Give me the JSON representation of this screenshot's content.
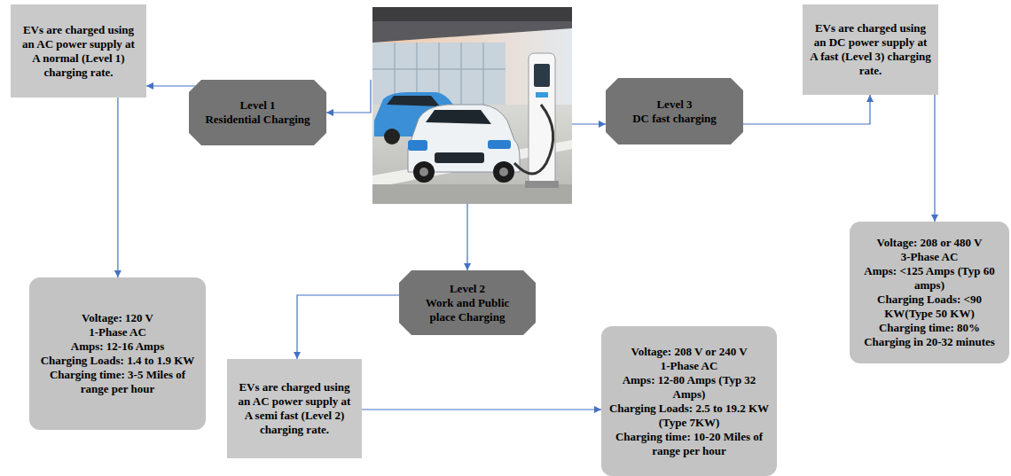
{
  "diagram": {
    "nodes": [
      {
        "text": [
          "EVs are charged using an AC power supply at A normal (Level 1) charging rate."
        ]
      },
      {
        "text": [
          "Level 1",
          "Residential Charging"
        ]
      },
      {
        "text": [
          "Level 3",
          "DC fast charging"
        ]
      },
      {
        "text": [
          "EVs are charged using an DC power supply at A fast (Level 3) charging rate."
        ]
      },
      {
        "text": [
          "Voltage: 120 V",
          "1-Phase AC",
          "Amps: 12-16 Amps",
          "Charging Loads: 1.4 to 1.9 KW",
          "Charging time: 3-5 Miles of range per hour"
        ]
      },
      {
        "text": [
          "Level 2",
          "Work and Public place Charging"
        ]
      },
      {
        "text": [
          "EVs are charged using an AC power supply at A semi fast (Level 2) charging rate."
        ]
      },
      {
        "text": [
          "Voltage: 208 V or 240 V",
          "1-Phase AC",
          "Amps: 12-80 Amps (Typ 32 Amps)",
          "Charging Loads: 2.5 to 19.2 KW (Type 7KW)",
          "Charging time: 10-20 Miles of range per hour"
        ]
      },
      {
        "text": [
          "Voltage: 208 or 480 V",
          "3-Phase AC",
          "Amps: <125 Amps (Typ 60 amps)",
          "Charging Loads: <90 KW(Type 50 KW)",
          "Charging time: 80% Charging in 20-32 minutes"
        ]
      }
    ],
    "edges": [
      {
        "from": 1,
        "to": 0,
        "arrow": "to"
      },
      {
        "from": 0,
        "to": 4,
        "arrow": "to"
      },
      {
        "from": 2,
        "to": 3,
        "arrow": "to"
      },
      {
        "from": 3,
        "to": 8,
        "arrow": "to"
      },
      {
        "from": 5,
        "to": 6,
        "arrow": "to"
      },
      {
        "from": 6,
        "to": 7,
        "arrow": "to"
      }
    ]
  }
}
